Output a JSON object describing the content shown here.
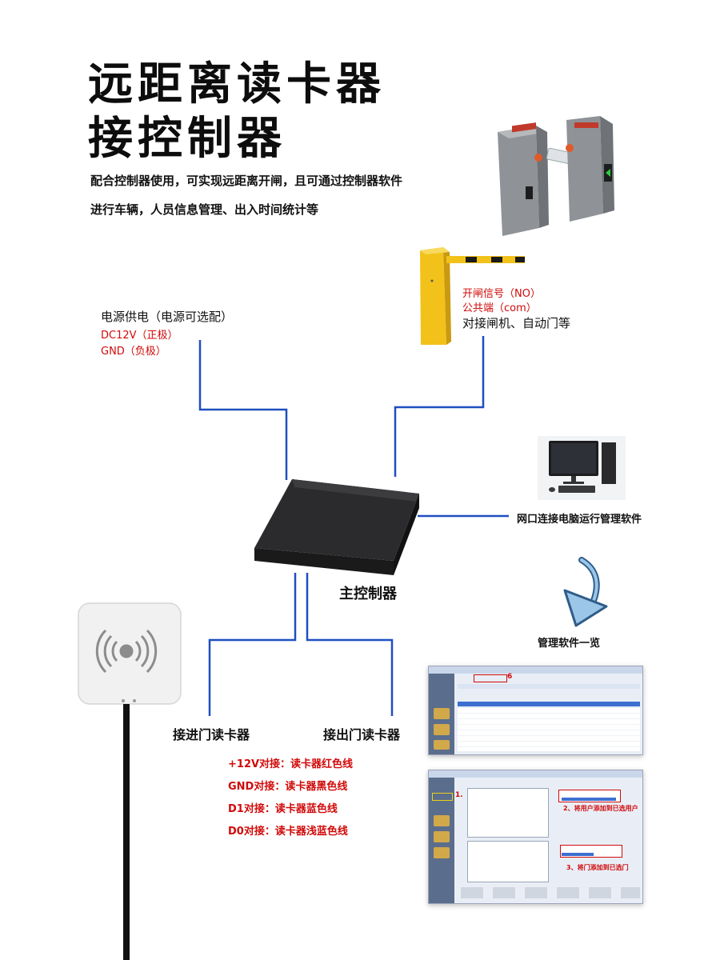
{
  "title": {
    "line1": "远距离读卡器",
    "line2": "接控制器"
  },
  "description": {
    "line1": "配合控制器使用，可实现远距离开闸，且可通过控制器软件",
    "line2": "进行车辆，人员信息管理、出入时间统计等"
  },
  "power": {
    "title": "电源供电（电源可选配）",
    "dc": "DC12V（正极）",
    "gnd": "GND（负极）"
  },
  "gate": {
    "signal": "开闸信号（NO）",
    "common": "公共端（com）",
    "connect": "对接闸机、自动门等"
  },
  "network": {
    "label": "网口连接电脑运行管理软件"
  },
  "controller": {
    "label": "主控制器"
  },
  "software": {
    "label": "管理软件一览",
    "screen1_marker": "6",
    "screen2_step1": "1.",
    "screen2_step2": "2、将用户添加到已选用户",
    "screen2_step3": "3、将门添加到已选门"
  },
  "readers": {
    "entry": "接进门读卡器",
    "exit": "接出门读卡器"
  },
  "wiring": [
    "+12V对接：读卡器红色线",
    "GND对接：读卡器黑色线",
    "D1对接：读卡器蓝色线",
    "D0对接：读卡器浅蓝色线"
  ],
  "colors": {
    "wire": "#1f4fbf",
    "accent_red": "#d10a0a",
    "barrier_yellow": "#f2c21a"
  }
}
